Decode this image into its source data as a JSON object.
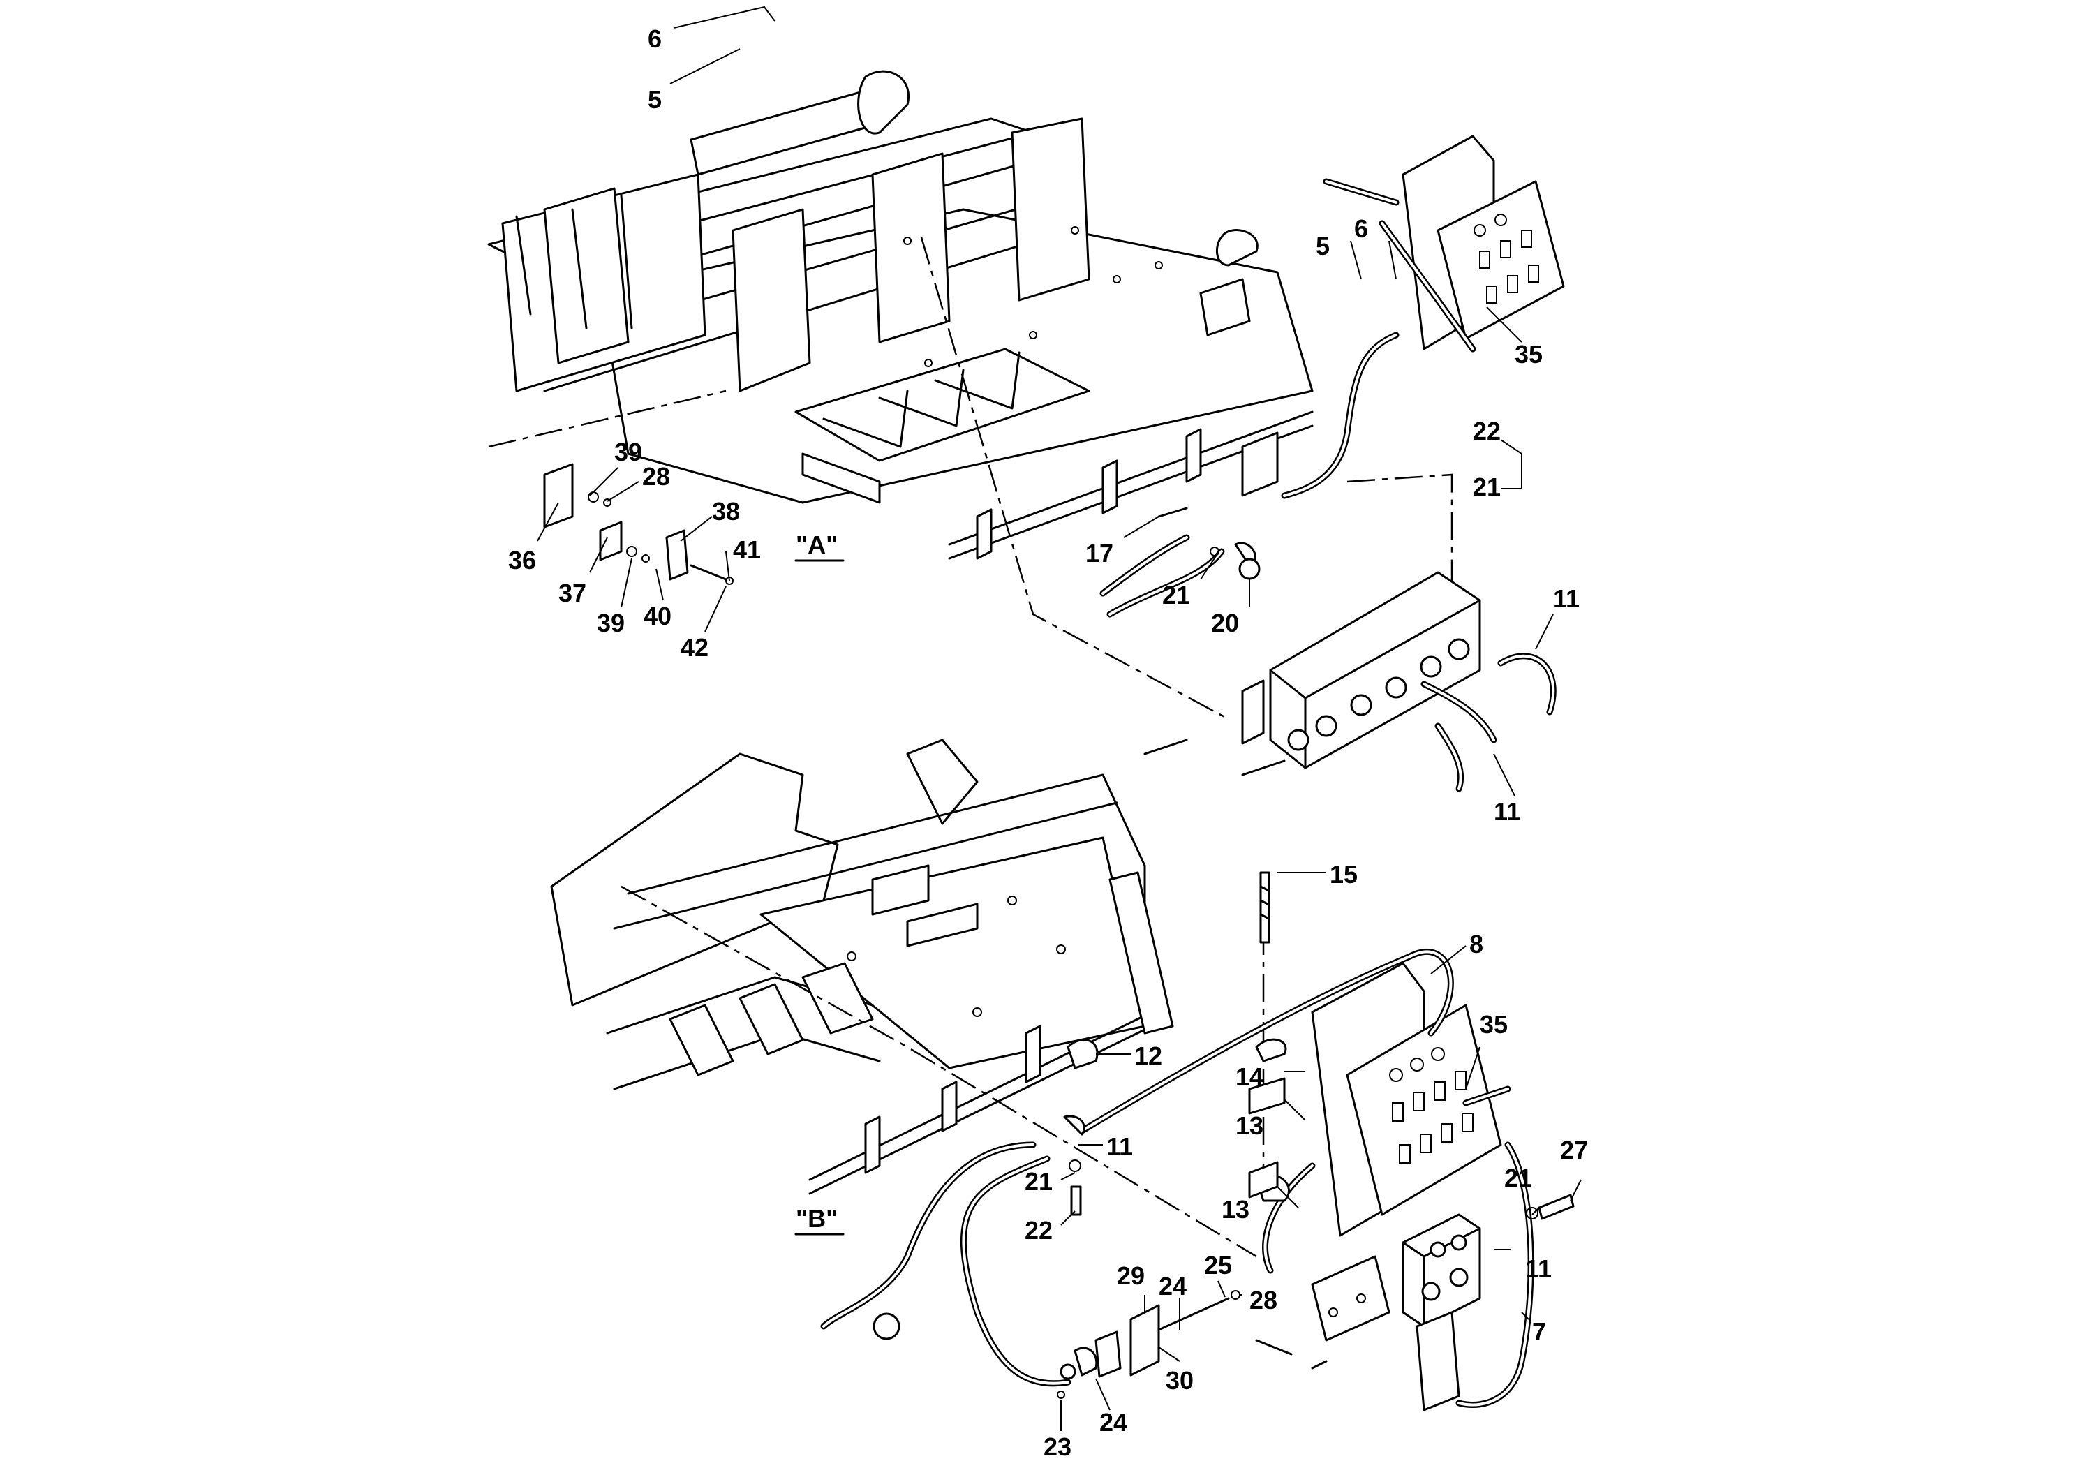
{
  "views": {
    "a": "\"A\"",
    "b": "\"B\""
  },
  "callouts": {
    "a": [
      "6",
      "5",
      "5",
      "6",
      "35",
      "39",
      "28",
      "38",
      "41",
      "36",
      "37",
      "39",
      "40",
      "42",
      "17",
      "21",
      "20",
      "22",
      "21",
      "11",
      "11"
    ],
    "b": [
      "15",
      "8",
      "35",
      "12",
      "14",
      "13",
      "11",
      "13",
      "21",
      "22",
      "21",
      "27",
      "11",
      "7",
      "29",
      "24",
      "25",
      "28",
      "30",
      "24",
      "23"
    ]
  }
}
